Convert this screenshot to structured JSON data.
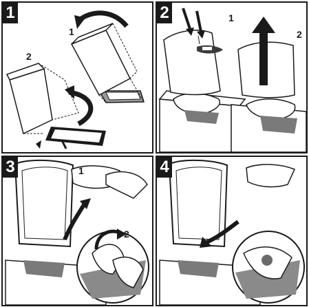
{
  "panels": [
    {
      "number": "1",
      "sub_labels": [
        "1",
        "2"
      ]
    },
    {
      "number": "2",
      "sub_labels": [
        "1",
        "2"
      ]
    },
    {
      "number": "3",
      "sub_labels": [
        "1",
        "2"
      ]
    },
    {
      "number": "4",
      "sub_labels": []
    }
  ],
  "colors": {
    "line": "#1a1a1a",
    "fill": "#ffffff",
    "shade": "#8a8a8a",
    "mesh": "#6a6a6a",
    "dark": "#2b2b2b"
  }
}
